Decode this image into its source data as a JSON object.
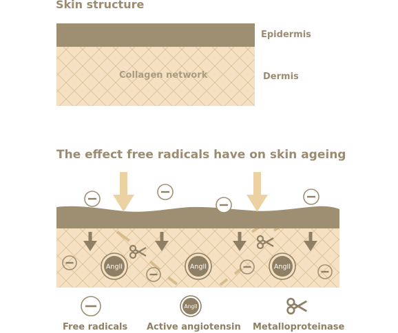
{
  "section1": {
    "title": "Skin structure",
    "epidermis_label": "Epidermis",
    "dermis_label": "Dermis",
    "collagen_label": "Collagen network"
  },
  "section2": {
    "title": "The effect free radicals have on skin ageing",
    "angiotensin_marker": "AngII"
  },
  "legend": {
    "free_radicals": "Free radicals",
    "active_angiotensin": "Active angiotensin",
    "metalloproteinase": "Metalloproteinase",
    "angiotensin_icon_text": "AngII"
  },
  "colors": {
    "epidermis": "#9e8f73",
    "dermis": "#f5e1c2",
    "collagen_line": "#dcc59e",
    "uv_arrow": "#ecd1a2",
    "text": "#9b8b70"
  },
  "icons": [
    "free-radical-icon",
    "angiotensin-icon",
    "scissors-icon",
    "uv-arrow-icon"
  ]
}
